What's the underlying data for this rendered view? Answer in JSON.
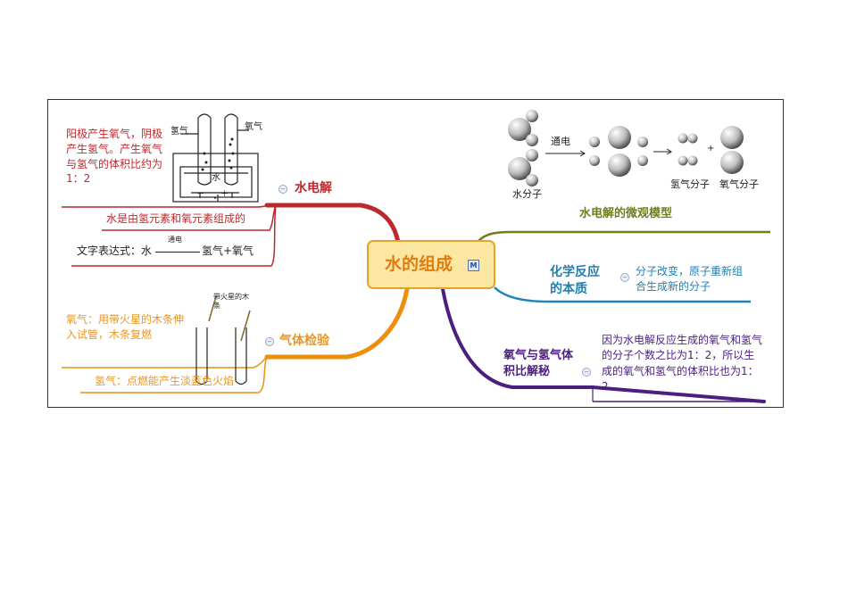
{
  "center": {
    "title": "水的组成",
    "icon": "M"
  },
  "colors": {
    "electrolysis": "#b9292d",
    "gas_test": "#ef8e0c",
    "micro_model": "#6f7f1e",
    "reaction_essence": "#1f86b8",
    "volume_ratio": "#4b1e80",
    "center_fill": "#fbe7a1",
    "center_border": "#e4a427"
  },
  "electrolysis": {
    "label": "水电解",
    "note": "阳极产生氧气，阴极产生氢气。产生氧气与氢气的体积比约为1：2",
    "fact": "水是由氢元素和氧元素组成的",
    "equation_prefix": "文字表达式：",
    "equation_reactant": "水",
    "equation_condition": "通电",
    "equation_products": "氢气+氧气",
    "diagram": {
      "hydrogen": "氢气",
      "oxygen": "氧气",
      "water": "水",
      "minus": "－",
      "plus": "＋"
    }
  },
  "gas_test": {
    "label": "气体检验",
    "oxygen_note": "氧气：用带火星的木条伸入试管，木条复燃",
    "hydrogen_note": "氢气：点燃能产生淡蓝色火焰",
    "stick_label": "带火星的木条"
  },
  "micro_model": {
    "label": "水电解的微观模型",
    "water_molecule": "水分子",
    "condition": "通电",
    "hydrogen_molecule": "氢气分子",
    "oxygen_molecule": "氧气分子",
    "plus": "+"
  },
  "reaction_essence": {
    "label": "化学反应的本质",
    "text": "分子改变，原子重新组合生成新的分子"
  },
  "volume_ratio": {
    "label": "氧气与氢气体积比解秘",
    "text": "因为水电解反应生成的氧气和氢气的分子个数之比为1：2，所以生成的氧气和氢气的体积比也为1：2"
  }
}
